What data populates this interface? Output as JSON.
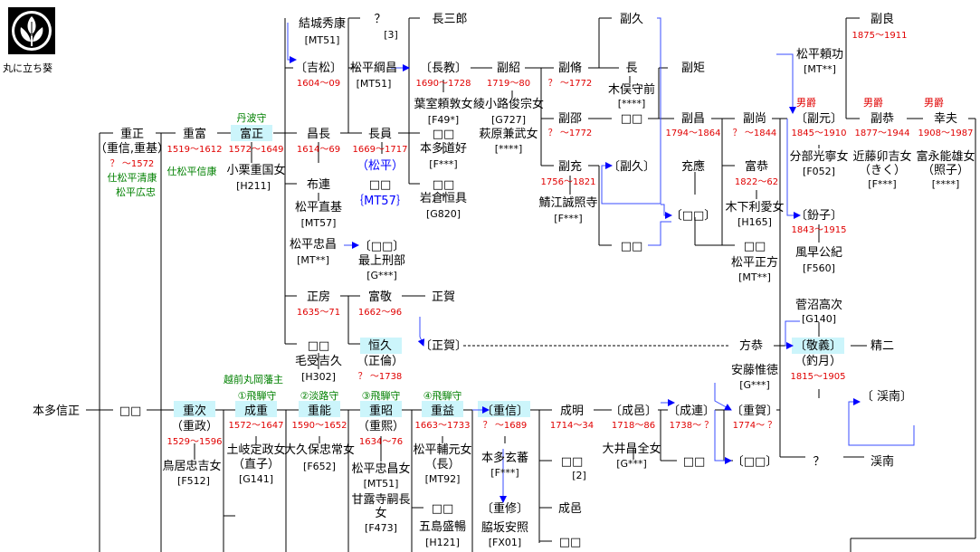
{
  "crest": {
    "caption": "丸に立ち葵"
  },
  "colors": {
    "name": "#000000",
    "years": "#e00000",
    "title": "#008000",
    "highlight": "#ccf5fb",
    "ref": "#000000",
    "arrow": "#0000ff"
  },
  "nodes": [
    {
      "id": "n1",
      "cls": "name",
      "text": "結城秀康"
    },
    {
      "id": "n2",
      "cls": "ref",
      "text": "[MT51]"
    },
    {
      "id": "n3",
      "cls": "name",
      "text": "？"
    },
    {
      "id": "n4",
      "cls": "ref",
      "text": "[3]"
    },
    {
      "id": "n5",
      "cls": "name",
      "text": "長三郎"
    },
    {
      "id": "n6",
      "cls": "name",
      "text": "副久"
    },
    {
      "id": "n7",
      "cls": "name",
      "text": "副良"
    },
    {
      "id": "n8",
      "cls": "years",
      "text": "1875～1911"
    },
    {
      "id": "n9",
      "cls": "name",
      "text": "松平頼功"
    },
    {
      "id": "n10",
      "cls": "ref",
      "text": "[MT**]"
    },
    {
      "id": "n11",
      "cls": "name",
      "text": "〔吉松〕"
    },
    {
      "id": "n12",
      "cls": "years",
      "text": "1604～09"
    },
    {
      "id": "n13",
      "cls": "name",
      "text": "松平綱昌"
    },
    {
      "id": "n14",
      "cls": "ref",
      "text": "[MT51]"
    },
    {
      "id": "n15",
      "cls": "name",
      "text": "〔長教〕"
    },
    {
      "id": "n16",
      "cls": "years",
      "text": "1690～1728"
    },
    {
      "id": "n17",
      "cls": "name",
      "text": "副紹"
    },
    {
      "id": "n18",
      "cls": "years",
      "text": "1719～80"
    },
    {
      "id": "n19",
      "cls": "name",
      "text": "副脩"
    },
    {
      "id": "n20",
      "cls": "years",
      "text": "？ ～1772"
    },
    {
      "id": "n21",
      "cls": "name",
      "text": "長"
    },
    {
      "id": "n22",
      "cls": "name",
      "text": "木俣守前"
    },
    {
      "id": "n23",
      "cls": "ref",
      "text": "[****]"
    },
    {
      "id": "n24",
      "cls": "name",
      "text": "副矩"
    },
    {
      "id": "n25",
      "cls": "title",
      "text": "男爵"
    },
    {
      "id": "n26",
      "cls": "title",
      "text": "男爵"
    },
    {
      "id": "n27",
      "cls": "title",
      "text": "男爵"
    },
    {
      "id": "n28",
      "cls": "name",
      "text": "葉室頼敦女"
    },
    {
      "id": "n29",
      "cls": "ref",
      "text": "[F49*]"
    },
    {
      "id": "n30",
      "cls": "name",
      "text": "綾小路俊宗女"
    },
    {
      "id": "n31",
      "cls": "ref",
      "text": "[G727]"
    },
    {
      "id": "n32",
      "cls": "name",
      "text": "萩原兼武女"
    },
    {
      "id": "n33",
      "cls": "ref",
      "text": "[****]"
    },
    {
      "id": "n34",
      "cls": "name",
      "text": "副邵"
    },
    {
      "id": "n35",
      "cls": "years",
      "text": "？ ～1772"
    },
    {
      "id": "n36",
      "cls": "name",
      "text": "□□"
    },
    {
      "id": "n37",
      "cls": "name",
      "text": "副昌"
    },
    {
      "id": "n38",
      "cls": "years",
      "text": "1794～1864"
    },
    {
      "id": "n39",
      "cls": "name",
      "text": "副尚"
    },
    {
      "id": "n40",
      "cls": "years",
      "text": "？ ～1844"
    },
    {
      "id": "n41",
      "cls": "name",
      "text": "〔副元〕"
    },
    {
      "id": "n42",
      "cls": "years",
      "text": "1845～1910"
    },
    {
      "id": "n43",
      "cls": "name",
      "text": "副恭"
    },
    {
      "id": "n44",
      "cls": "years",
      "text": "1877～1944"
    },
    {
      "id": "n45",
      "cls": "name",
      "text": "幸夫"
    },
    {
      "id": "n46",
      "cls": "years",
      "text": "1908～1987"
    },
    {
      "id": "n47",
      "cls": "name",
      "text": "分部光寧女"
    },
    {
      "id": "n48",
      "cls": "ref",
      "text": "[F052]"
    },
    {
      "id": "n49",
      "cls": "name",
      "text": "近藤卯吉女"
    },
    {
      "id": "n50",
      "cls": "name",
      "text": "（きく）"
    },
    {
      "id": "n51",
      "cls": "ref",
      "text": "[F***]"
    },
    {
      "id": "n52",
      "cls": "name",
      "text": "富永能雄女"
    },
    {
      "id": "n53",
      "cls": "name",
      "text": "（照子）"
    },
    {
      "id": "n54",
      "cls": "ref",
      "text": "[****]"
    },
    {
      "id": "n55",
      "cls": "name",
      "text": "重正"
    },
    {
      "id": "n56",
      "cls": "name",
      "text": "（重信,重基）"
    },
    {
      "id": "n57",
      "cls": "years",
      "text": "？ ～1572"
    },
    {
      "id": "n58",
      "cls": "title",
      "text": "仕松平清康"
    },
    {
      "id": "n59",
      "cls": "title",
      "text": "松平広忠"
    },
    {
      "id": "n60",
      "cls": "name",
      "text": "重富"
    },
    {
      "id": "n61",
      "cls": "years",
      "text": "1519～1612"
    },
    {
      "id": "n62",
      "cls": "title",
      "text": "仕松平信康"
    },
    {
      "id": "n63",
      "cls": "title",
      "text": "丹波守"
    },
    {
      "id": "n64",
      "cls": "name hl",
      "text": "富正"
    },
    {
      "id": "n65",
      "cls": "years",
      "text": "1572～1649"
    },
    {
      "id": "n66",
      "cls": "name",
      "text": "小栗重国女"
    },
    {
      "id": "n67",
      "cls": "ref",
      "text": "[H211]"
    },
    {
      "id": "n68",
      "cls": "name",
      "text": "昌長"
    },
    {
      "id": "n69",
      "cls": "years",
      "text": "1614～69"
    },
    {
      "id": "n70",
      "cls": "name",
      "text": "長員"
    },
    {
      "id": "n71",
      "cls": "years",
      "text": "1669～1717"
    },
    {
      "id": "n72",
      "cls": "name",
      "text": "□□"
    },
    {
      "id": "n73",
      "cls": "name",
      "text": "本多道好"
    },
    {
      "id": "n74",
      "cls": "ref",
      "text": "[F***]"
    },
    {
      "id": "n75",
      "cls": "name",
      "text": "副充"
    },
    {
      "id": "n76",
      "cls": "years",
      "text": "1756～1821"
    },
    {
      "id": "n77",
      "cls": "name",
      "text": "〔副久〕"
    },
    {
      "id": "n78",
      "cls": "name",
      "text": "充應"
    },
    {
      "id": "n79",
      "cls": "name",
      "text": "富恭"
    },
    {
      "id": "n80",
      "cls": "years",
      "text": "1822～62"
    },
    {
      "id": "n81",
      "cls": "name",
      "text": "〔鈖子〕"
    },
    {
      "id": "n82",
      "cls": "years",
      "text": "1843～1915"
    },
    {
      "id": "n83",
      "cls": "blue",
      "text": "（松平）"
    },
    {
      "id": "n84",
      "cls": "name",
      "text": "布連"
    },
    {
      "id": "n85",
      "cls": "name",
      "text": "□□"
    },
    {
      "id": "n86",
      "cls": "blue",
      "text": "｛MT57｝"
    },
    {
      "id": "n87",
      "cls": "name",
      "text": "□□"
    },
    {
      "id": "n88",
      "cls": "name",
      "text": "鯖江誠照寺"
    },
    {
      "id": "n89",
      "cls": "ref",
      "text": "[F***]"
    },
    {
      "id": "n90",
      "cls": "name",
      "text": "木下利愛女"
    },
    {
      "id": "n91",
      "cls": "ref",
      "text": "[H165]"
    },
    {
      "id": "n92",
      "cls": "name",
      "text": "松平直基"
    },
    {
      "id": "n93",
      "cls": "ref",
      "text": "[MT57]"
    },
    {
      "id": "n94",
      "cls": "name",
      "text": "岩倉恒具"
    },
    {
      "id": "n95",
      "cls": "ref",
      "text": "[G820]"
    },
    {
      "id": "n96",
      "cls": "name",
      "text": "〔□□〕"
    },
    {
      "id": "n97",
      "cls": "name",
      "text": "風早公紀"
    },
    {
      "id": "n98",
      "cls": "ref",
      "text": "[F560]"
    },
    {
      "id": "n99",
      "cls": "name",
      "text": "松平忠昌"
    },
    {
      "id": "n100",
      "cls": "ref",
      "text": "[MT**]"
    },
    {
      "id": "n101",
      "cls": "name",
      "text": "〔□□〕"
    },
    {
      "id": "n102",
      "cls": "name",
      "text": "最上刑部"
    },
    {
      "id": "n103",
      "cls": "ref",
      "text": "[G***]"
    },
    {
      "id": "n104",
      "cls": "name",
      "text": "□□"
    },
    {
      "id": "n105",
      "cls": "name",
      "text": "□□"
    },
    {
      "id": "n106",
      "cls": "name",
      "text": "松平正方"
    },
    {
      "id": "n107",
      "cls": "ref",
      "text": "[MT**]"
    },
    {
      "id": "n108",
      "cls": "name",
      "text": "正房"
    },
    {
      "id": "n109",
      "cls": "years",
      "text": "1635～71"
    },
    {
      "id": "n110",
      "cls": "name",
      "text": "富敬"
    },
    {
      "id": "n111",
      "cls": "years",
      "text": "1662～96"
    },
    {
      "id": "n112",
      "cls": "name",
      "text": "正賀"
    },
    {
      "id": "n113",
      "cls": "name",
      "text": "菅沼高次"
    },
    {
      "id": "n114",
      "cls": "ref",
      "text": "[G140]"
    },
    {
      "id": "n115",
      "cls": "name",
      "text": "□□"
    },
    {
      "id": "n116",
      "cls": "name hl",
      "text": "恒久"
    },
    {
      "id": "n117",
      "cls": "name",
      "text": "（正倫）"
    },
    {
      "id": "n118",
      "cls": "years",
      "text": "？ ～1738"
    },
    {
      "id": "n119",
      "cls": "name",
      "text": "〔正賀〕"
    },
    {
      "id": "n120",
      "cls": "name",
      "text": "方恭"
    },
    {
      "id": "n121",
      "cls": "name hl",
      "text": "〔敬義〕"
    },
    {
      "id": "n122",
      "cls": "name",
      "text": "（釣月）"
    },
    {
      "id": "n123",
      "cls": "years",
      "text": "1815～1905"
    },
    {
      "id": "n124",
      "cls": "name",
      "text": "精二"
    },
    {
      "id": "n125",
      "cls": "name",
      "text": "毛受吉久"
    },
    {
      "id": "n126",
      "cls": "ref",
      "text": "[H302]"
    },
    {
      "id": "n127",
      "cls": "title",
      "text": "越前丸岡藩主"
    },
    {
      "id": "n128",
      "cls": "name",
      "text": "〔 渓南〕"
    },
    {
      "id": "n129",
      "cls": "name",
      "text": "本多信正"
    },
    {
      "id": "n130",
      "cls": "name",
      "text": "□□"
    },
    {
      "id": "n131",
      "cls": "name hl",
      "text": "重次"
    },
    {
      "id": "n132",
      "cls": "name",
      "text": "（重政）"
    },
    {
      "id": "n133",
      "cls": "years",
      "text": "1529～1596"
    },
    {
      "id": "n134",
      "cls": "name",
      "text": "鳥居忠吉女"
    },
    {
      "id": "n135",
      "cls": "ref",
      "text": "[F512]"
    },
    {
      "id": "n136",
      "cls": "title",
      "text": "①飛騨守"
    },
    {
      "id": "n137",
      "cls": "name hl",
      "text": "成重"
    },
    {
      "id": "n138",
      "cls": "years",
      "text": "1572～1647"
    },
    {
      "id": "n139",
      "cls": "name",
      "text": "土岐定政女"
    },
    {
      "id": "n140",
      "cls": "name",
      "text": "（直子）"
    },
    {
      "id": "n141",
      "cls": "ref",
      "text": "[G141]"
    },
    {
      "id": "n142",
      "cls": "title",
      "text": "②淡路守"
    },
    {
      "id": "n143",
      "cls": "name hl",
      "text": "重能"
    },
    {
      "id": "n144",
      "cls": "years",
      "text": "1590～1652"
    },
    {
      "id": "n145",
      "cls": "name",
      "text": "大久保忠常女"
    },
    {
      "id": "n146",
      "cls": "ref",
      "text": "[F652]"
    },
    {
      "id": "n147",
      "cls": "title",
      "text": "③飛騨守"
    },
    {
      "id": "n148",
      "cls": "name hl",
      "text": "重昭"
    },
    {
      "id": "n149",
      "cls": "name",
      "text": "（重熙）"
    },
    {
      "id": "n150",
      "cls": "years",
      "text": "1634～76"
    },
    {
      "id": "n151",
      "cls": "name",
      "text": "松平忠昌女"
    },
    {
      "id": "n152",
      "cls": "ref",
      "text": "[MT51]"
    },
    {
      "id": "n153",
      "cls": "name",
      "text": "甘露寺嗣長"
    },
    {
      "id": "n154",
      "cls": "name",
      "text": "女"
    },
    {
      "id": "n155",
      "cls": "ref",
      "text": "[F473]"
    },
    {
      "id": "n156",
      "cls": "title",
      "text": "④飛騨守"
    },
    {
      "id": "n157",
      "cls": "name hl",
      "text": "重益"
    },
    {
      "id": "n158",
      "cls": "years",
      "text": "1663～1733"
    },
    {
      "id": "n159",
      "cls": "name",
      "text": "松平輔元女"
    },
    {
      "id": "n160",
      "cls": "name",
      "text": "（長）"
    },
    {
      "id": "n161",
      "cls": "ref",
      "text": "[MT92]"
    },
    {
      "id": "n162",
      "cls": "name",
      "text": "□□"
    },
    {
      "id": "n163",
      "cls": "name",
      "text": "五島盛暢"
    },
    {
      "id": "n164",
      "cls": "ref",
      "text": "[H121]"
    },
    {
      "id": "n165",
      "cls": "name hl",
      "text": "〔重信〕"
    },
    {
      "id": "n166",
      "cls": "years",
      "text": "？ ～1689"
    },
    {
      "id": "n167",
      "cls": "name",
      "text": "本多玄蕃"
    },
    {
      "id": "n168",
      "cls": "ref",
      "text": "[F***]"
    },
    {
      "id": "n169",
      "cls": "name",
      "text": "〔重修〕"
    },
    {
      "id": "n170",
      "cls": "name",
      "text": "脇坂安照"
    },
    {
      "id": "n171",
      "cls": "ref",
      "text": "[FX01]"
    },
    {
      "id": "n172",
      "cls": "name",
      "text": "成明"
    },
    {
      "id": "n173",
      "cls": "years",
      "text": "1714～34"
    },
    {
      "id": "n174",
      "cls": "name",
      "text": "□□"
    },
    {
      "id": "n175",
      "cls": "ref",
      "text": "[2]"
    },
    {
      "id": "n176",
      "cls": "name",
      "text": "成邑"
    },
    {
      "id": "n177",
      "cls": "name",
      "text": "□□"
    },
    {
      "id": "n178",
      "cls": "name",
      "text": "〔成邑〕"
    },
    {
      "id": "n179",
      "cls": "years",
      "text": "1718～86"
    },
    {
      "id": "n180",
      "cls": "name",
      "text": "大井昌全女"
    },
    {
      "id": "n181",
      "cls": "ref",
      "text": "[G***]"
    },
    {
      "id": "n182",
      "cls": "name",
      "text": "〔成連〕"
    },
    {
      "id": "n183",
      "cls": "years",
      "text": "1738～ ？"
    },
    {
      "id": "n184",
      "cls": "name",
      "text": "□□"
    },
    {
      "id": "n185",
      "cls": "name",
      "text": "安藤惟徳"
    },
    {
      "id": "n186",
      "cls": "ref",
      "text": "[G***]"
    },
    {
      "id": "n187",
      "cls": "name",
      "text": "〔重賀〕"
    },
    {
      "id": "n188",
      "cls": "years",
      "text": "1774～ ？"
    },
    {
      "id": "n189",
      "cls": "name",
      "text": "〔□□〕"
    },
    {
      "id": "n190",
      "cls": "name",
      "text": "？"
    },
    {
      "id": "n191",
      "cls": "name",
      "text": "渓南"
    }
  ]
}
